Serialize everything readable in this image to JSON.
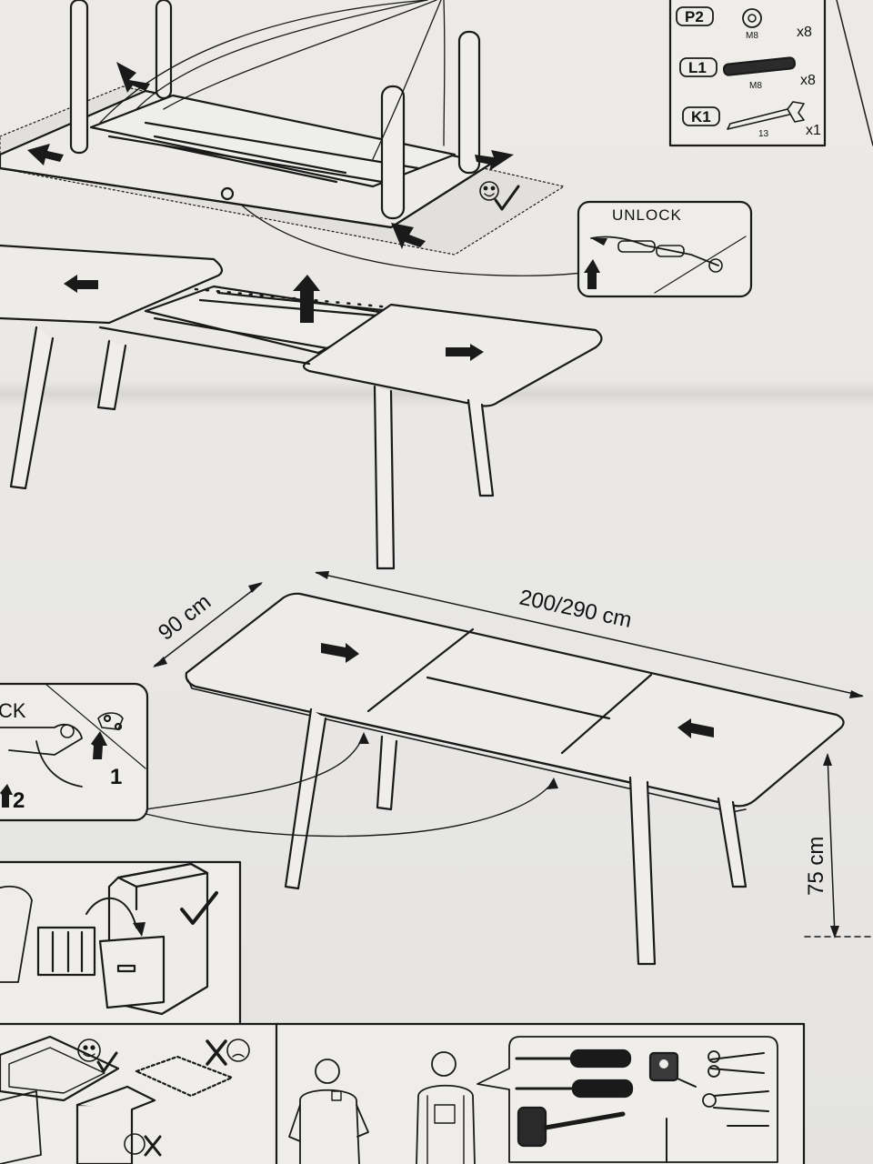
{
  "parts": [
    {
      "code": "P2",
      "size": "M8",
      "qty": "x8",
      "icon": "washer-icon"
    },
    {
      "code": "L1",
      "size": "M8",
      "qty": "x8",
      "icon": "bolt-icon"
    },
    {
      "code": "K1",
      "size": "13",
      "qty": "x1",
      "icon": "wrench-icon"
    }
  ],
  "unlock_panel": {
    "label": "UNLOCK"
  },
  "lock_panel": {
    "label": "CK",
    "step_1": "1",
    "step_2": "2"
  },
  "dimensions": {
    "width": "90 cm",
    "length": "200/290 cm",
    "height": "75 cm"
  }
}
